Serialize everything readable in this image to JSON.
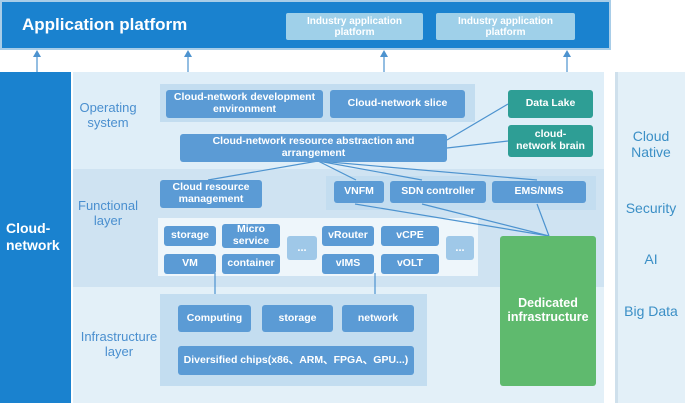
{
  "top": {
    "title": "Application platform",
    "industry_1": "Industry application platform",
    "industry_2": "Industry application platform"
  },
  "left": {
    "label": "Cloud-network"
  },
  "layers": {
    "operating": "Operating system",
    "functional": "Functional layer",
    "infrastructure": "Infrastructure layer"
  },
  "operating": {
    "dev_env": "Cloud-network development environment",
    "slice": "Cloud-network slice",
    "abstraction": "Cloud-network resource abstraction and arrangement",
    "data_lake": "Data Lake",
    "brain": "cloud-network brain"
  },
  "functional": {
    "resource_mgmt": "Cloud resource management",
    "vnfm": "VNFM",
    "sdn": "SDN controller",
    "ems": "EMS/NMS",
    "storage": "storage",
    "micro_service": "Micro service",
    "vm": "VM",
    "container": "container",
    "ellipsis_1": "...",
    "vrouter": "vRouter",
    "vcpe": "vCPE",
    "vims": "vIMS",
    "volt": "vOLT",
    "ellipsis_2": "..."
  },
  "infrastructure": {
    "computing": "Computing",
    "storage": "storage",
    "network": "network",
    "chips": "Diversified chips(x86、ARM、FPGA、GPU...)"
  },
  "dedicated": "Dedicated infrastructure",
  "right": {
    "cloud_native": "Cloud Native",
    "security": "Security",
    "ai": "AI",
    "big_data": "Big Data"
  },
  "colors": {
    "top_bar": "#1a82cf",
    "left_bar": "#1a82cf",
    "box_blue": "#5b9bd5",
    "box_teal": "#2e9e95",
    "dedicated_green": "#5fba6e",
    "panel_light": "#e3f0f8",
    "panel_mid": "#cfe3f2"
  }
}
